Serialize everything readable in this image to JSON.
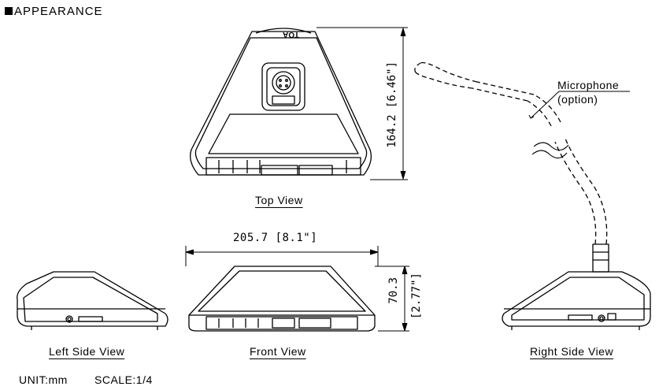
{
  "title": "APPEARANCE",
  "views": {
    "top": "Top View",
    "front": "Front View",
    "left": "Left Side View",
    "right": "Right Side View"
  },
  "dimensions": {
    "height_top": "164.2 [6.46\"]",
    "width_front": "205.7 [8.1\"]",
    "height_front_mm": "70.3",
    "height_front_in": "[2.77\"]"
  },
  "callout": {
    "line1": "Microphone",
    "line2": "(option)"
  },
  "brand_mark": "TOA",
  "footer": {
    "unit": "UNIT:mm",
    "scale": "SCALE:1/4"
  }
}
